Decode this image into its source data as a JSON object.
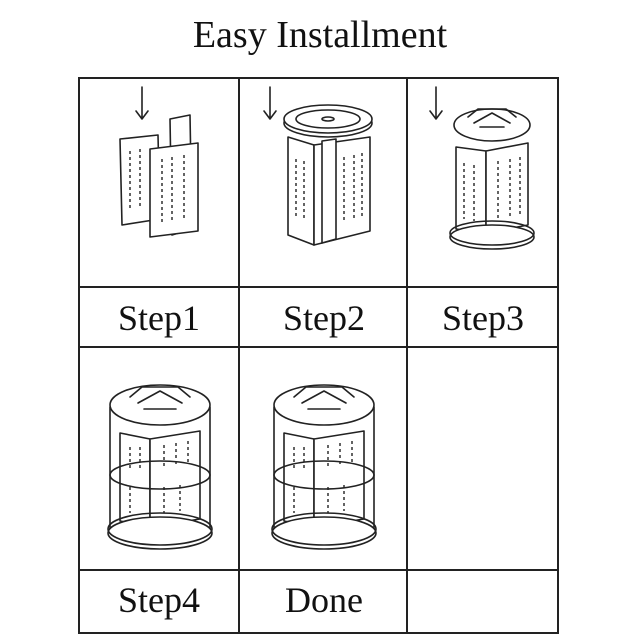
{
  "title": "Easy Installment",
  "steps": [
    {
      "label": "Step1",
      "icon": "divider-panels-icon"
    },
    {
      "label": "Step2",
      "icon": "base-disc-icon"
    },
    {
      "label": "Step3",
      "icon": "top-tray-icon"
    },
    {
      "label": "Step4",
      "icon": "two-tier-organizer-icon"
    },
    {
      "label": "Done",
      "icon": "assembled-organizer-icon"
    },
    {
      "label": "",
      "icon": ""
    }
  ]
}
